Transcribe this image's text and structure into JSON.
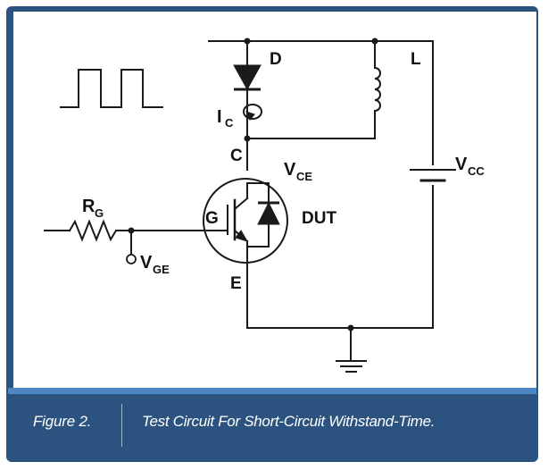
{
  "labels": {
    "d": "D",
    "l": "L",
    "ic_main": "I",
    "ic_sub": "C",
    "c": "C",
    "vce_main": "V",
    "vce_sub": "CE",
    "vcc_main": "V",
    "vcc_sub": "CC",
    "rg_main": "R",
    "rg_sub": "G",
    "g": "G",
    "dut": "DUT",
    "vge_main": "V",
    "vge_sub": "GE",
    "e": "E"
  },
  "caption": {
    "number": "Figure 2.",
    "text": "Test Circuit For Short-Circuit Withstand-Time."
  },
  "colors": {
    "frame": "#2c5380",
    "accent_rule": "#4d87c5",
    "line": "#1a1a1a"
  }
}
